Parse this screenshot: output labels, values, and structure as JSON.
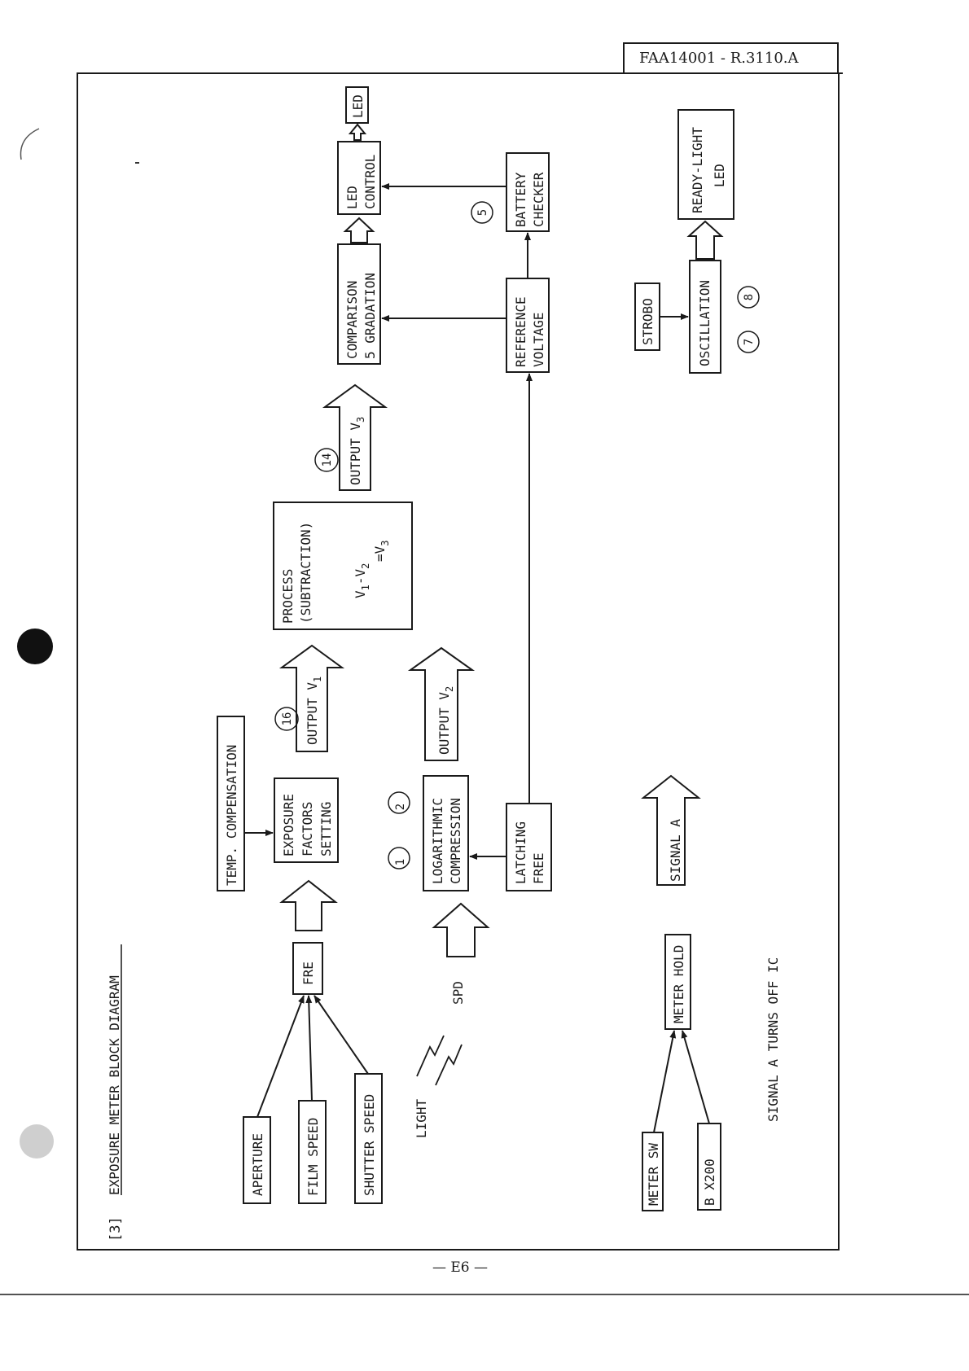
{
  "document_id": "FAA14001 - R.3110.A",
  "page_footer": "— E6 —",
  "section_number": "[3]",
  "title": "EXPOSURE METER BLOCK DIAGRAM",
  "blocks": {
    "aperture": [
      "APERTURE"
    ],
    "film_speed": [
      "FILM SPEED"
    ],
    "shutter_speed": [
      "SHUTTER SPEED"
    ],
    "fre": [
      "FRE"
    ],
    "temp_compensation": [
      "TEMP. COMPENSATION"
    ],
    "exposure_factors": [
      "EXPOSURE",
      "FACTORS",
      "SETTING"
    ],
    "output_v1": [
      "OUTPUT V",
      "1"
    ],
    "process": [
      "PROCESS",
      "(SUBTRACTION)",
      "V",
      "1",
      "-V",
      "2",
      "=V",
      "3"
    ],
    "output_v3": [
      "OUTPUT V",
      "3"
    ],
    "comparison": [
      "COMPARISON",
      "5 GRADATION"
    ],
    "led_control": [
      "LED",
      "CONTROL"
    ],
    "led": [
      "LED"
    ],
    "light": "LIGHT",
    "spd": "SPD",
    "logarithmic": [
      "LOGARITHMIC",
      "COMPRESSION"
    ],
    "output_v2": [
      "OUTPUT V",
      "2"
    ],
    "latching": [
      "LATCHING",
      "FREE"
    ],
    "reference": [
      "REFERENCE",
      "VOLTAGE"
    ],
    "battery": [
      "BATTERY",
      "CHECKER"
    ],
    "meter_sw": [
      "METER SW"
    ],
    "b_x200": [
      "B  X200"
    ],
    "meter_hold": [
      "METER HOLD"
    ],
    "signal_a": [
      "SIGNAL  A"
    ],
    "strobo": [
      "STROBO"
    ],
    "oscillation": [
      "OSCILLATION"
    ],
    "ready_light": [
      "READY-LIGHT",
      "LED"
    ],
    "note": "SIGNAL A TURNS OFF IC"
  },
  "pin_markers": [
    "1",
    "2",
    "16",
    "14",
    "5",
    "7",
    "8"
  ],
  "colors": {
    "ink": "#1a1a1a",
    "paper": "#ffffff"
  }
}
